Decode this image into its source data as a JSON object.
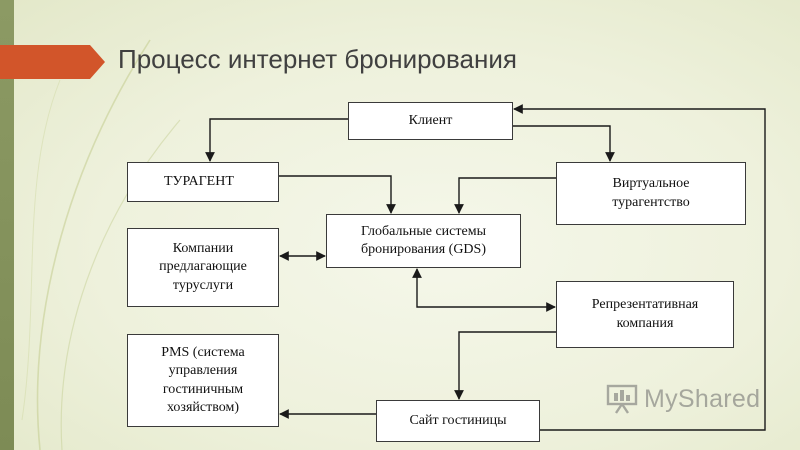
{
  "slide": {
    "title": "Процесс интернет бронирования"
  },
  "diagram": {
    "nodes": {
      "client": "Клиент",
      "tour_agent": "ТУРАГЕНТ",
      "virtual_agency": "Виртуальное\nтурагентство",
      "gds": "Глобальные системы\nбронирования (GDS)",
      "tour_companies": "Компании\nпредлагающие\nтуруслуги",
      "representative": "Репрезентативная\nкомпания",
      "pms": "PMS (система\nуправления\nгостиничным\nхозяйством)",
      "hotel_site": "Сайт гостиницы"
    },
    "edges": [
      {
        "from": "client",
        "to": "tour_agent"
      },
      {
        "from": "client",
        "to": "virtual_agency"
      },
      {
        "from": "tour_agent",
        "to": "gds"
      },
      {
        "from": "virtual_agency",
        "to": "gds"
      },
      {
        "from": "tour_companies",
        "to": "gds",
        "bidirectional": true
      },
      {
        "from": "gds",
        "to": "representative",
        "bidirectional": true
      },
      {
        "from": "representative",
        "to": "hotel_site"
      },
      {
        "from": "hotel_site",
        "to": "pms"
      },
      {
        "from": "hotel_site",
        "to": "client"
      }
    ]
  },
  "watermark": {
    "text": "MyShared"
  },
  "colors": {
    "accent": "#d2552a",
    "strip": "#8c9a64",
    "line": "#1a1a1a"
  }
}
